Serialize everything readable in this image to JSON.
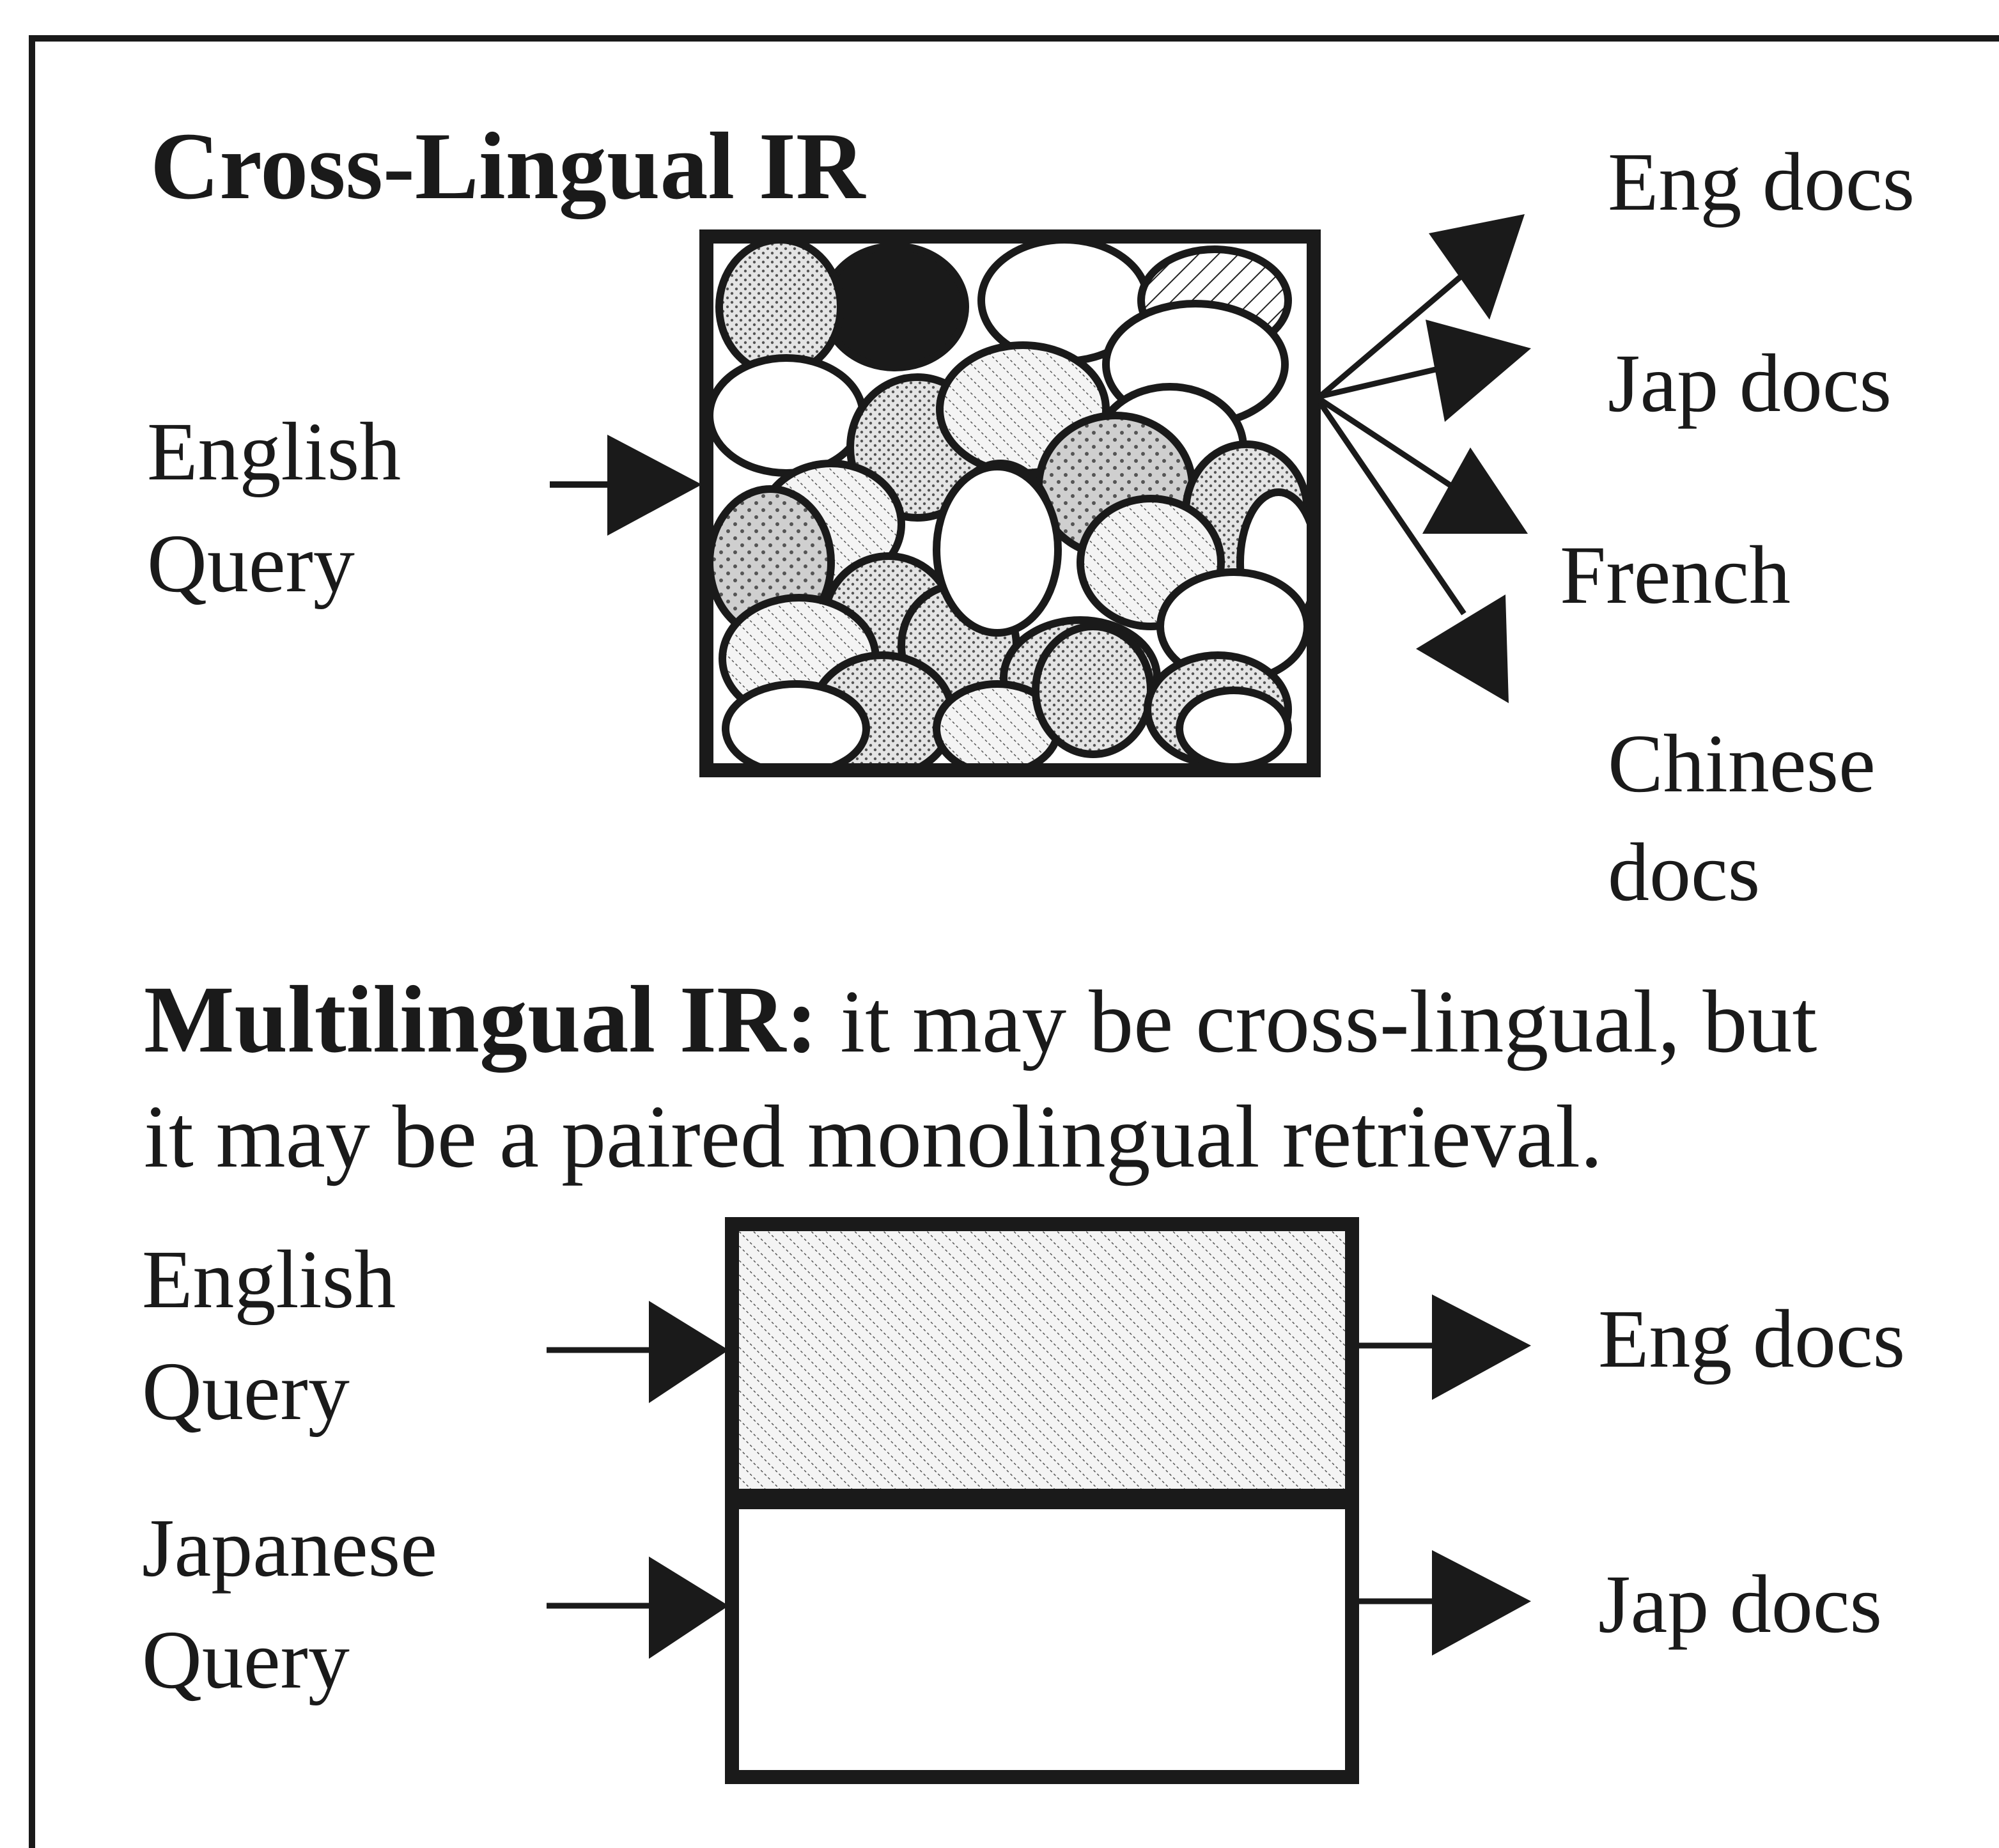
{
  "cross_lingual": {
    "title": "Cross-Lingual IR",
    "query_line1": "English",
    "query_line2": "Query",
    "outputs": {
      "eng": "Eng  docs",
      "jap": "Jap  docs",
      "french": "French",
      "chinese_line1": "Chinese",
      "chinese_line2": "docs"
    }
  },
  "multilingual": {
    "title": "Multilingual IR:",
    "description_line1": " it may be cross-lingual, but",
    "description_line2": "it may be a paired monolingual retrieval.",
    "english_query_line1": "English",
    "english_query_line2": "Query",
    "japanese_query_line1": "Japanese",
    "japanese_query_line2": "Query",
    "outputs": {
      "eng": "Eng  docs",
      "jap": "Jap  docs"
    }
  },
  "colors": {
    "ink": "#1a1a1a",
    "light_fill": "#d9d9d9",
    "paper": "#ffffff"
  }
}
